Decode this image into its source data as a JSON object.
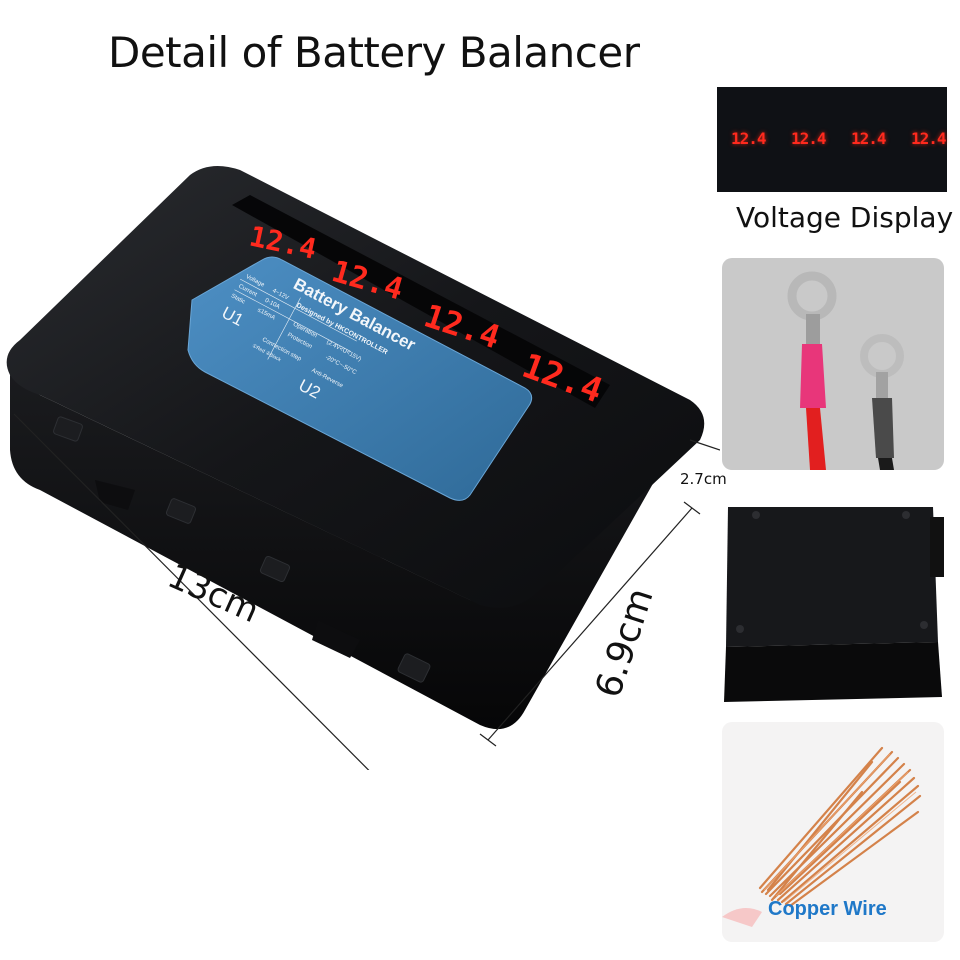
{
  "title": "Detail of Battery Balancer",
  "dimensions": {
    "length": "13cm",
    "width": "6.9cm",
    "height": "2.7cm"
  },
  "device": {
    "readouts": [
      "12.4",
      "12.4",
      "12.4",
      "12.4"
    ],
    "label": {
      "title": "Battery Balancer",
      "subtitle": "Designed by HKCONTROLLER",
      "specs": [
        {
          "name": "Voltage",
          "value": "4~12V"
        },
        {
          "name": "Current",
          "value": "0-10A"
        },
        {
          "name": "Static",
          "value": "≤15mA"
        }
      ],
      "operation": "Operation",
      "operation_value": "(2.4V<U<15V)",
      "protection": "Protection",
      "protection_value": "-20°C~-50°C",
      "connection": "Connection step",
      "steps": "①Red   ②Black",
      "anti_reverse": "Anti-Reverse",
      "u1": "U1",
      "u2": "U2"
    },
    "colors": {
      "body": "#111214",
      "label_blue": "#3f7fb0",
      "display_red": "#ff2a1e"
    }
  },
  "side_panels": {
    "voltage_display": {
      "readouts": [
        "12.4",
        "12.4",
        "12.4",
        "12.4"
      ],
      "caption": "Voltage Display"
    },
    "copper_wire": {
      "caption": "Copper Wire"
    }
  }
}
